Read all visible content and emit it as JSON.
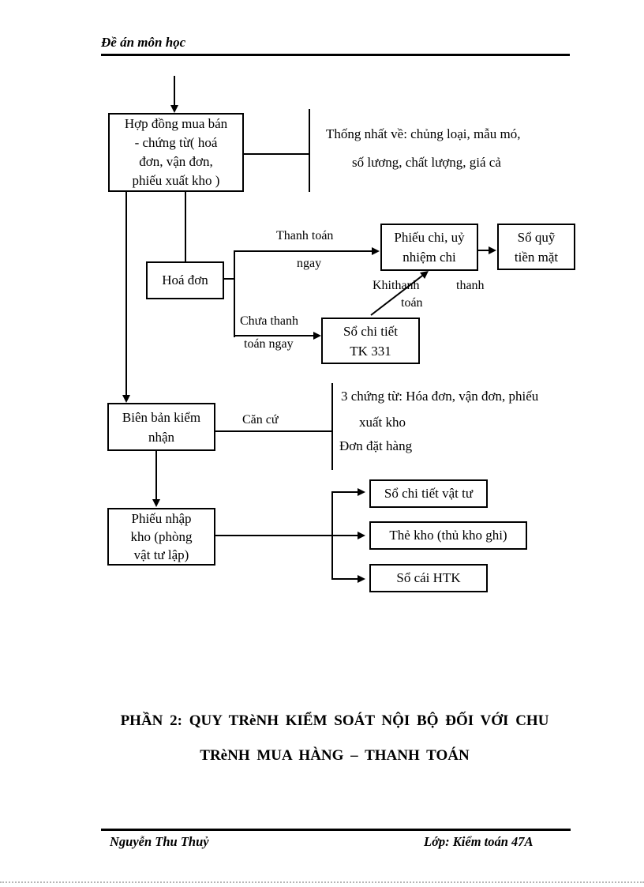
{
  "header": {
    "title": "Đề án môn học"
  },
  "diagram": {
    "box_hop_dong": {
      "lines": [
        "Hợp đồng mua bán",
        "- chứng từ( hoá",
        "đơn, vận đơn,",
        "phiếu xuất kho )"
      ]
    },
    "note_thong_nhat": {
      "line1": "Thống nhất về: chủng loại, mẫu mó,",
      "line2": "số lương, chất lượng, giá cả"
    },
    "box_hoa_don": {
      "label": "Hoá đơn"
    },
    "label_thanh_toan_ngay": {
      "line1": "Thanh toán",
      "line2": "ngay"
    },
    "label_chua_thanh_toan": {
      "line1": "Chưa thanh",
      "line2": "toán ngay"
    },
    "box_phieu_chi": {
      "lines": [
        "Phiếu chi, uỷ",
        "nhiệm chi"
      ]
    },
    "box_so_quy": {
      "lines": [
        "Sổ quỹ",
        "tiền mặt"
      ]
    },
    "label_khi_thanh": {
      "part1": "Khithanh",
      "part2": "thanh",
      "part3": "toán"
    },
    "box_tk331": {
      "lines": [
        "Sổ chi tiết",
        "TK 331"
      ]
    },
    "box_bien_ban": {
      "lines": [
        "Biên bản kiểm",
        "nhận"
      ]
    },
    "label_can_cu": "Căn cứ",
    "note_chung_tu": {
      "line1": "3 chứng từ: Hóa đơn, vận đơn, phiếu",
      "line2": "xuất kho",
      "line3": "Đơn đặt hàng"
    },
    "box_phieu_nhap": {
      "lines": [
        "Phiếu nhập",
        "kho (phòng",
        "vật tư lập)"
      ]
    },
    "box_so_vat_tu": {
      "label": "Sổ chi tiết vật tư"
    },
    "box_the_kho": {
      "label": "Thẻ kho (thủ kho ghi)"
    },
    "box_so_cai": {
      "label": "Sổ cái HTK"
    }
  },
  "section_title": {
    "line1": "PHẦN 2: QUY TRèNH KIỂM SOÁT NỘI BỘ ĐỐI VỚI CHU",
    "line2": "TRèNH MUA HÀNG – THANH TOÁN"
  },
  "footer": {
    "author": "Nguyễn Thu Thuỷ",
    "class_label": "Lớp: Kiểm toán 47A"
  }
}
